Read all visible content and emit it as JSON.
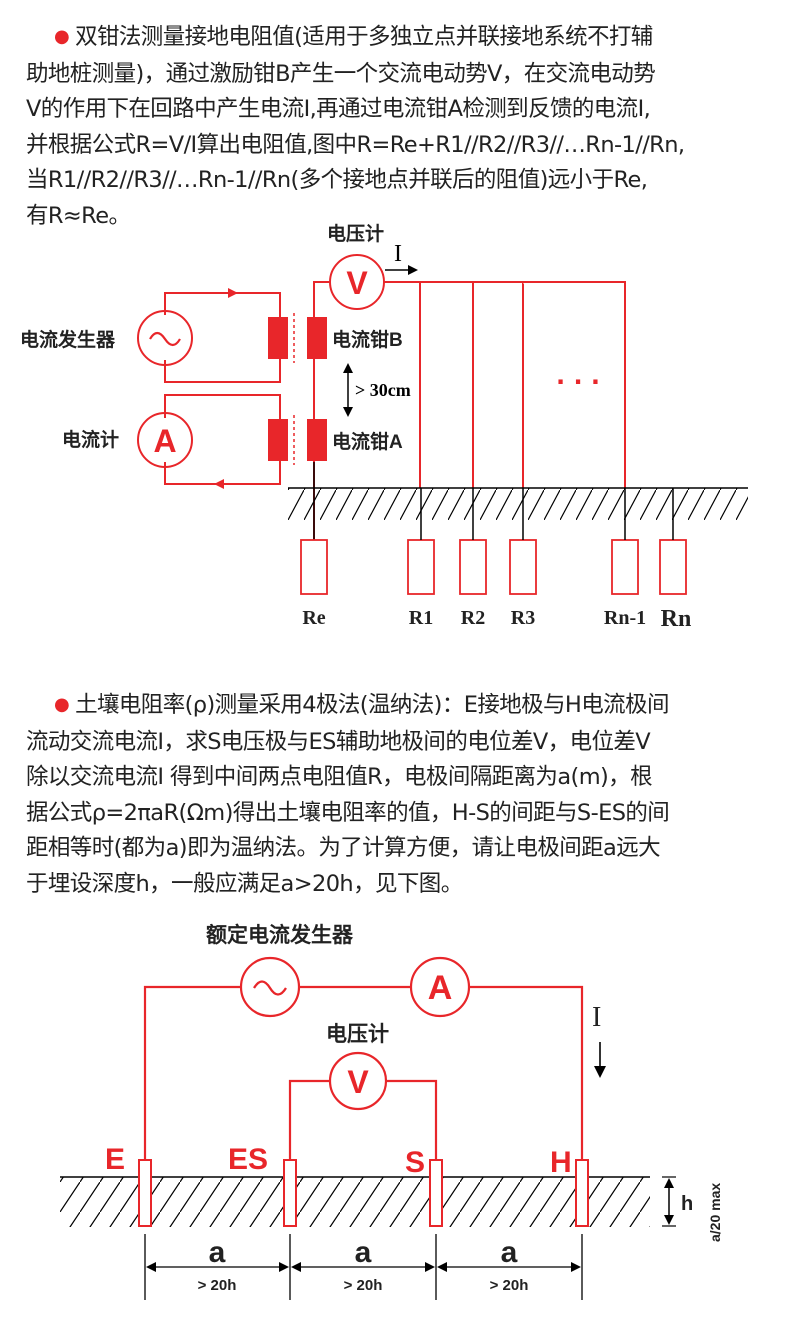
{
  "section1": {
    "text_lines": [
      "双钳法测量接地电阻值(适用于多独立点并联接地系统不打辅",
      "助地桩测量)，通过激励钳B产生一个交流电动势V，在交流电动势",
      "V的作用下在回路中产生电流I,再通过电流钳A检测到反馈的电流I,",
      "并根据公式R=V/I算出电阻值,图中R=Re+R1//R2//R3//…Rn-1//Rn,",
      "当R1//R2//R3//…Rn-1//Rn(多个接地点并联后的阻值)远小于Re,",
      "有R≈Re。"
    ],
    "diagram": {
      "voltmeter_label": "电压计",
      "voltmeter_symbol": "V",
      "current_label": "I",
      "generator_label": "电流发生器",
      "generator_symbol": "~",
      "ammeter_label": "电流计",
      "ammeter_symbol": "A",
      "clamp_b_label": "电流钳B",
      "clamp_a_label": "电流钳A",
      "distance_label": "> 30cm",
      "ellipsis": "· · ·",
      "resistors": [
        "Re",
        "R1",
        "R2",
        "R3",
        "Rn-1",
        "Rn"
      ]
    }
  },
  "section2": {
    "text_lines": [
      "土壤电阻率(ρ)测量采用4极法(温纳法)：E接地极与H电流极间",
      "流动交流电流I，求S电压极与ES辅助地极间的电位差V，电位差V",
      "除以交流电流I 得到中间两点电阻值R，电极间隔距离为a(m)，根",
      "据公式ρ=2πaR(Ωm)得出土壤电阻率的值，H-S的间距与S-ES的间",
      "距相等时(都为a)即为温纳法。为了计算方便，请让电极间距a远大",
      "于埋设深度h，一般应满足a>20h，见下图。"
    ],
    "diagram": {
      "generator_label": "额定电流发生器",
      "generator_symbol": "~",
      "ammeter_symbol": "A",
      "voltmeter_label": "电压计",
      "voltmeter_symbol": "V",
      "current_label": "I",
      "electrodes": [
        "E",
        "ES",
        "S",
        "H"
      ],
      "depth_label": "h",
      "depth_max_label": "a/20 max",
      "spacing_label": "a",
      "spacing_sub_label": "> 20h"
    }
  },
  "colors": {
    "accent": "#e8262a",
    "text": "#222222",
    "black": "#000000"
  }
}
